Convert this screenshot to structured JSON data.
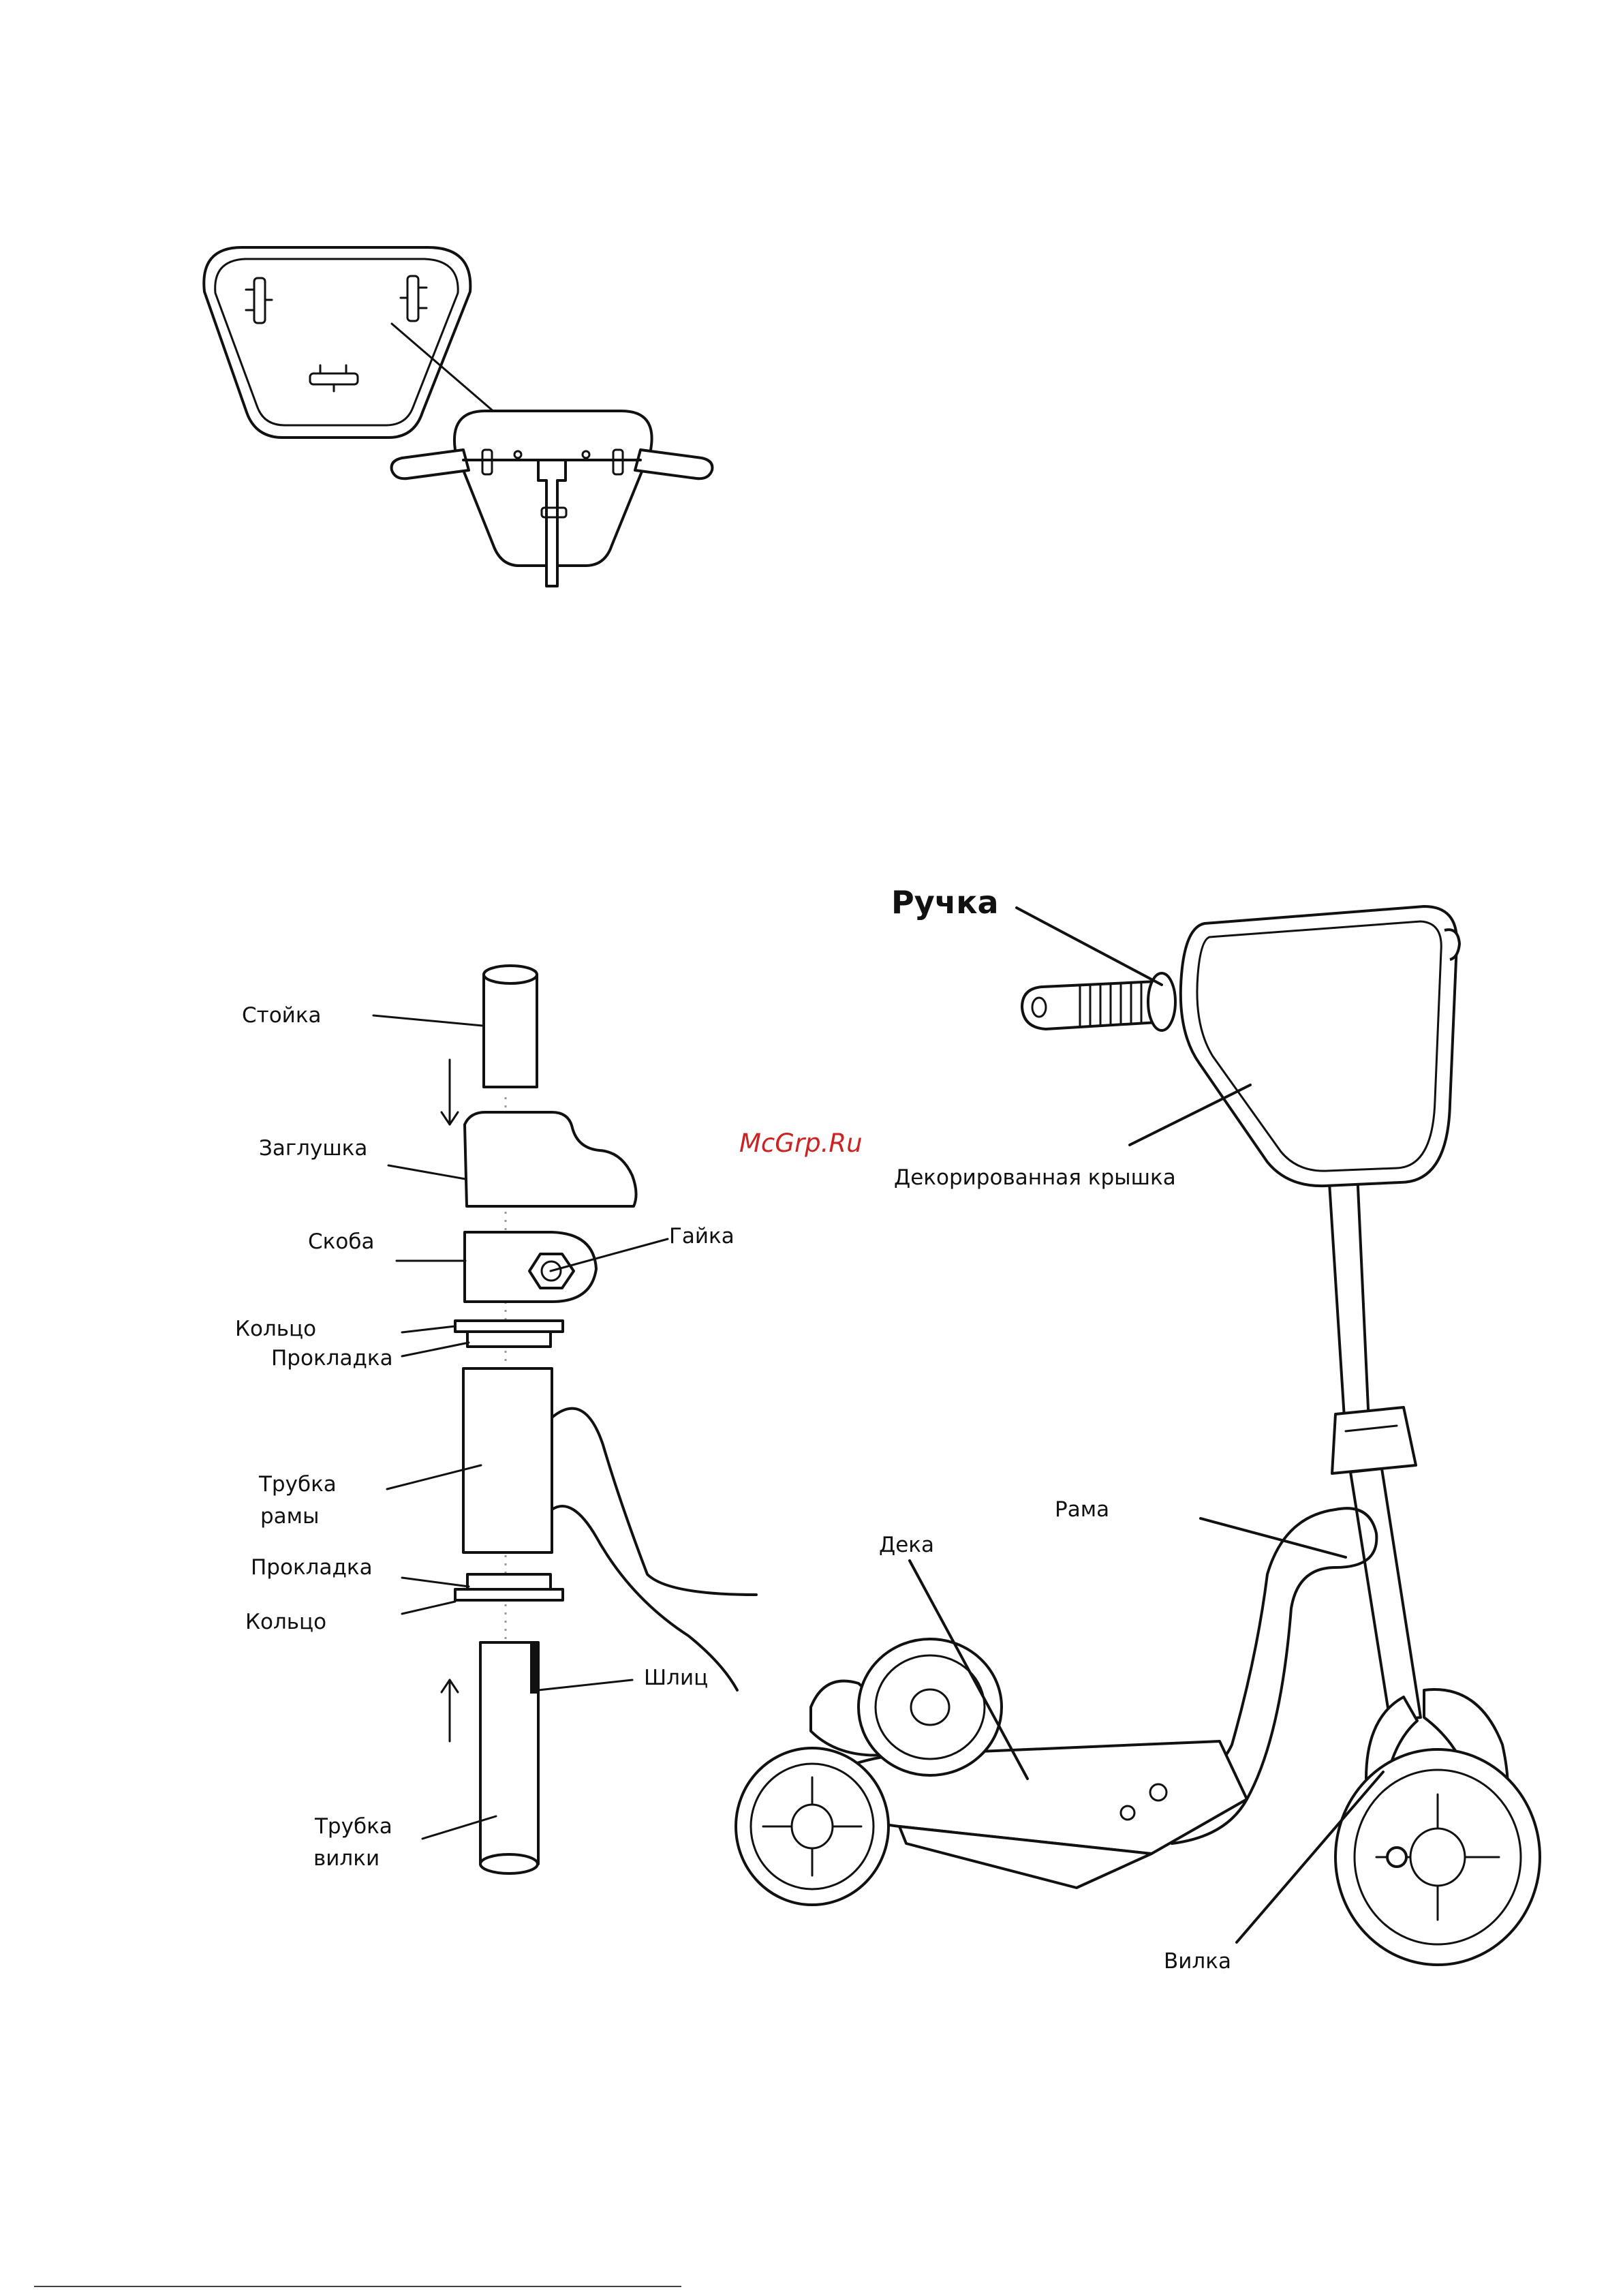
{
  "watermark": "McGrp.Ru",
  "assembly_labels": {
    "stoika": "Стойка",
    "zaglushka": "Заглушка",
    "skoba": "Скоба",
    "gaika": "Гайка",
    "koltso_top": "Кольцо",
    "prokladka_top": "Прокладка",
    "trubka_ramy_1": "Трубка",
    "trubka_ramy_2": "рамы",
    "prokladka_bottom": "Прокладка",
    "koltso_bottom": "Кольцо",
    "shlits": "Шлиц",
    "trubka_vilki_1": "Трубка",
    "trubka_vilki_2": "вилки"
  },
  "scooter_labels": {
    "ruchka": "Ручка",
    "kryshka": "Декорированная крышка",
    "rama": "Рама",
    "deka": "Дека",
    "vilka": "Вилка"
  }
}
